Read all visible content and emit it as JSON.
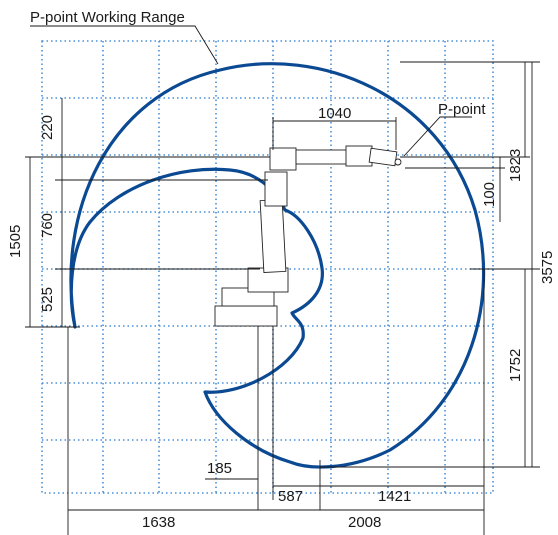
{
  "title": "P-point Working Range",
  "p_point_label": "P-point",
  "dimensions": {
    "arm_reach": "1040",
    "top_offset": "220",
    "left_upper": "1505",
    "left_mid": "760",
    "left_lower": "525",
    "right_top": "1823",
    "right_small": "100",
    "right_total": "3575",
    "right_bottom": "1752",
    "bottom_small": "185",
    "bottom_center": "587",
    "bottom_right": "1421",
    "bottom_left_total": "1638",
    "bottom_right_total": "2008"
  },
  "colors": {
    "envelope": "#0b4a92",
    "grid": "#4a90d9",
    "dimension": "#1a1a1a"
  }
}
